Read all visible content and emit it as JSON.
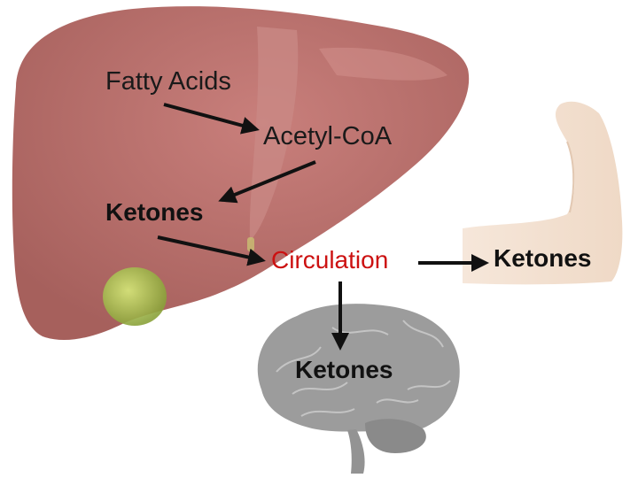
{
  "colors": {
    "liver": "#a85c58",
    "liver_band": "#c27672",
    "gallbladder": "#a9c44e",
    "arm": "#f4e3d4",
    "brain": "#9a9a9a",
    "arrow": "#111111",
    "circulation_text": "#cc1111",
    "text": "#1a1a1a"
  },
  "labels": {
    "fatty_acids": "Fatty Acids",
    "acetyl_coa": "Acetyl-CoA",
    "ketones_liver": "Ketones",
    "circulation": "Circulation",
    "ketones_muscle": "Ketones",
    "ketones_brain": "Ketones"
  },
  "images": {
    "liver": "liver-illustration",
    "gallbladder": "gallbladder-illustration",
    "arm": "flexed-arm-muscle-illustration",
    "brain": "brain-illustration"
  },
  "diagram": {
    "nodes": [
      "Fatty Acids",
      "Acetyl-CoA",
      "Ketones",
      "Circulation",
      "Ketones (muscle)",
      "Ketones (brain)"
    ],
    "edges": [
      [
        "Fatty Acids",
        "Acetyl-CoA"
      ],
      [
        "Acetyl-CoA",
        "Ketones"
      ],
      [
        "Ketones",
        "Circulation"
      ],
      [
        "Circulation",
        "Ketones (muscle)"
      ],
      [
        "Circulation",
        "Ketones (brain)"
      ]
    ]
  }
}
